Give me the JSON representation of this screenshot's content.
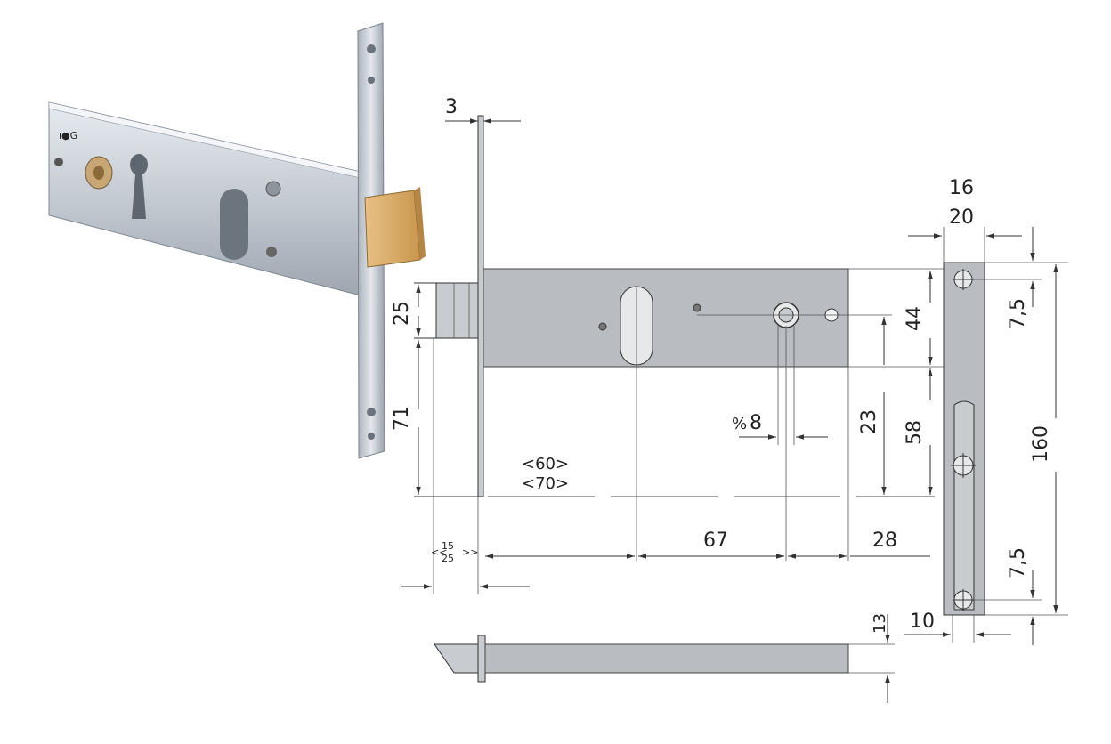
{
  "dimensions": {
    "plate_thickness": "3",
    "faceplate_width_a": "16",
    "faceplate_width_b": "20",
    "bolt_height": "25",
    "bolt_to_bottom": "71",
    "backset_a": "<60>",
    "backset_b": "<70>",
    "spacing_1": "67",
    "spacing_2": "28",
    "hole_diameter": "8",
    "hole_diameter_prefix": "%",
    "height_44": "44",
    "height_23": "23",
    "height_58": "58",
    "faceplate_length": "160",
    "screw_offset_top": "7,5",
    "screw_offset_bottom": "7,5",
    "rod_height": "13",
    "rod_width": "10",
    "offset_a": "15",
    "offset_b": "25"
  },
  "colors": {
    "steel": "#b9bcc0",
    "brass": "#d2a25a",
    "line": "#333333"
  }
}
